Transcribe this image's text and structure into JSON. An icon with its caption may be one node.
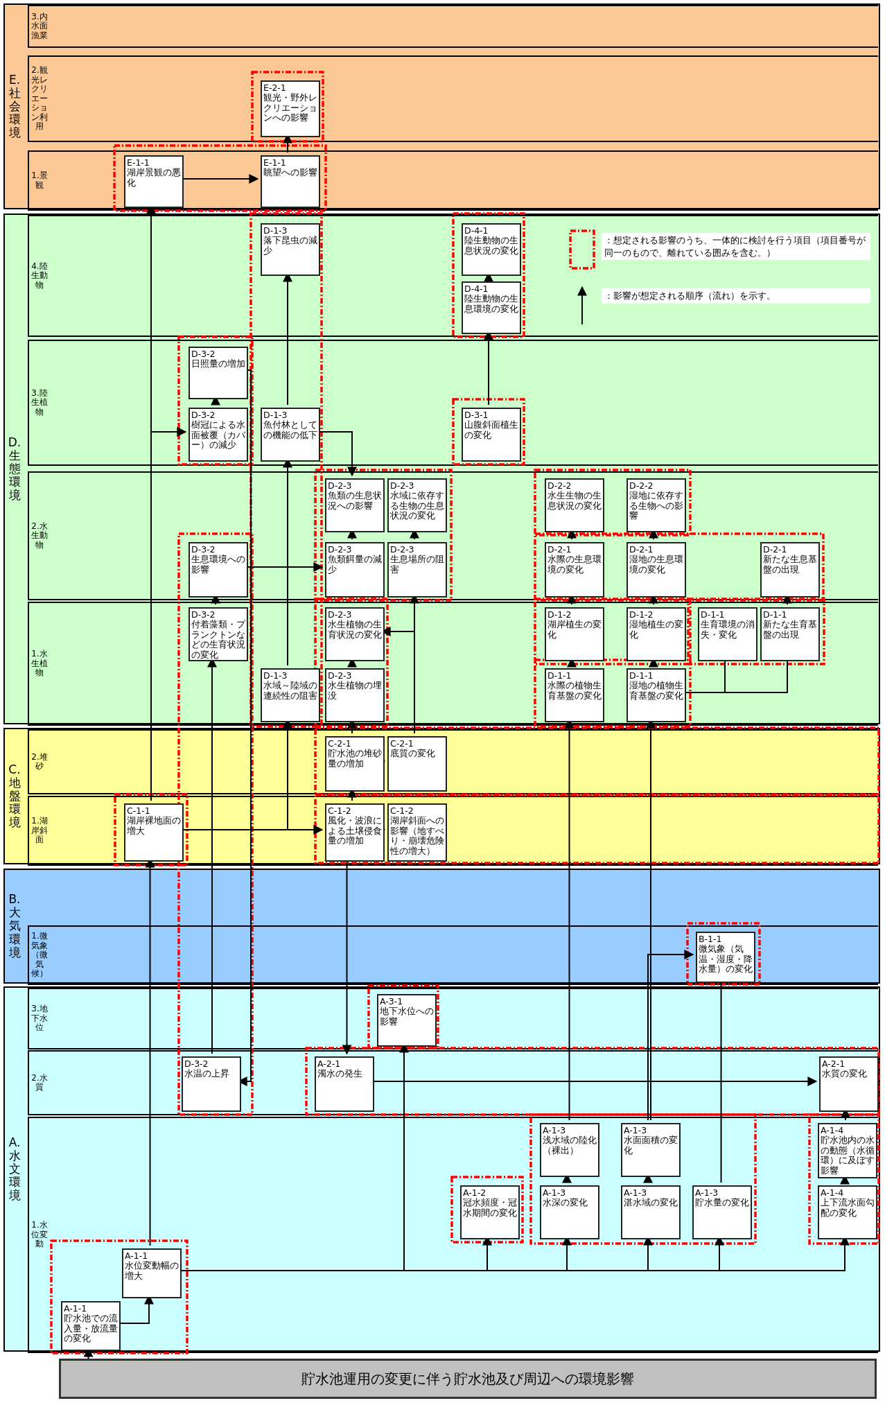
{
  "diagram": {
    "nodes": [
      {
        "text": [
          "E.社会環境"
        ]
      },
      {
        "text": [
          "1.景観"
        ],
        "in": 0
      },
      {
        "text": [
          "2.観光レクリエーション利用"
        ],
        "in": 0
      },
      {
        "text": [
          "3.内水面漁業"
        ],
        "in": 0
      },
      {
        "text": [
          "D.生態環境"
        ]
      },
      {
        "text": [
          "4.陸生動物"
        ],
        "in": 4
      },
      {
        "text": [
          "3.陸生植物"
        ],
        "in": 4
      },
      {
        "text": [
          "2.水生動物"
        ],
        "in": 4
      },
      {
        "text": [
          "1.水生植物"
        ],
        "in": 4
      },
      {
        "text": [
          "C.地盤環境"
        ]
      },
      {
        "text": [
          "2.堆砂"
        ],
        "in": 9
      },
      {
        "text": [
          "1.湖岸斜面"
        ],
        "in": 9
      },
      {
        "text": [
          "B.大気環境"
        ]
      },
      {
        "text": [
          "1.微気象（微気候）"
        ],
        "in": 12
      },
      {
        "text": [
          "A.水文環境"
        ]
      },
      {
        "text": [
          "3.地下水位"
        ],
        "in": 14
      },
      {
        "text": [
          "2.水質"
        ],
        "in": 14
      },
      {
        "text": [
          "1.水位変動"
        ],
        "in": 14
      },
      {
        "text": [
          "E-1-1",
          "湖岸景観の悪化"
        ],
        "in": 1
      },
      {
        "text": [
          "E-1-1",
          "眺望への影響"
        ],
        "in": 1
      },
      {
        "text": [
          "E-2-1",
          "観光・野外レクリエーションへの影響"
        ],
        "in": 2
      },
      {
        "text": [
          "D-1-3",
          "落下昆虫の減少"
        ],
        "in": 5
      },
      {
        "text": [
          "D-4-1",
          "陸生動物の生息状況の変化"
        ],
        "in": 5
      },
      {
        "text": [
          "D-4-1",
          "陸生動物の生息環境の変化"
        ],
        "in": 5
      },
      {
        "text": [
          "D-3-2",
          "日照量の増加"
        ],
        "in": 6
      },
      {
        "text": [
          "D-3-2",
          "樹冠による水面被覆（カバー）の減少"
        ],
        "in": 6
      },
      {
        "text": [
          "D-1-3",
          "魚付林としての機能の低下"
        ],
        "in": 6
      },
      {
        "text": [
          "D-3-1",
          "山腹斜面植生の変化"
        ],
        "in": 6
      },
      {
        "text": [
          "D-2-3",
          "魚類の生息状況への影響"
        ],
        "in": 7
      },
      {
        "text": [
          "D-2-3",
          "水域に依存する生物の生息状況の変化"
        ],
        "in": 7
      },
      {
        "text": [
          "D-2-2",
          "水生生物の生息状況の変化"
        ],
        "in": 7
      },
      {
        "text": [
          "D-2-2",
          "湿地に依存する生物への影響"
        ],
        "in": 7
      },
      {
        "text": [
          "D-3-2",
          "生息環境への影響"
        ],
        "in": 7
      },
      {
        "text": [
          "D-2-3",
          "魚類餌量の減少"
        ],
        "in": 7
      },
      {
        "text": [
          "D-2-3",
          "生息場所の阻害"
        ],
        "in": 7
      },
      {
        "text": [
          "D-2-1",
          "水際の生息環境の変化"
        ],
        "in": 7
      },
      {
        "text": [
          "D-2-1",
          "湿地の生息環境の変化"
        ],
        "in": 7
      },
      {
        "text": [
          "D-2-1",
          "新たな生息基盤の出現"
        ],
        "in": 7
      },
      {
        "text": [
          "D-3-2",
          "付着藻類・プランクトンなどの生育状況の変化"
        ],
        "in": 8
      },
      {
        "text": [
          "D-2-3",
          "水生植物の生育状況の変化"
        ],
        "in": 8
      },
      {
        "text": [
          "D-1-2",
          "湖岸植生の変化"
        ],
        "in": 8
      },
      {
        "text": [
          "D-1-2",
          "湿地植生の変化"
        ],
        "in": 8
      },
      {
        "text": [
          "D-1-1",
          "生育環境の消失・変化"
        ],
        "in": 8
      },
      {
        "text": [
          "D-1-1",
          "新たな生育基盤の出現"
        ],
        "in": 8
      },
      {
        "text": [
          "D-1-3",
          "水域～陸域の連続性の阻害"
        ],
        "in": 8
      },
      {
        "text": [
          "D-2-3",
          "水生植物の埋没"
        ],
        "in": 8
      },
      {
        "text": [
          "D-1-1",
          "水際の植物生育基盤の変化"
        ],
        "in": 8
      },
      {
        "text": [
          "D-1-1",
          "湿地の植物生育基盤の変化"
        ],
        "in": 8
      },
      {
        "text": [
          "C-2-1",
          "貯水池の堆砂量の増加"
        ],
        "in": 10
      },
      {
        "text": [
          "C-2-1",
          "底質の変化"
        ],
        "in": 10
      },
      {
        "text": [
          "C-1-1",
          "湖岸裸地面の増大"
        ],
        "in": 11
      },
      {
        "text": [
          "C-1-2",
          "風化・波浪による土壌侵食量の増加"
        ],
        "in": 11
      },
      {
        "text": [
          "C-1-2",
          "湖岸斜面への影響（地すべり・崩壊危険性の増大）"
        ],
        "in": 11
      },
      {
        "text": [
          "B-1-1",
          "微気象（気温・湿度・降水量）の変化"
        ],
        "in": 13
      },
      {
        "text": [
          "A-3-1",
          "地下水位への影響"
        ],
        "in": 15
      },
      {
        "text": [
          "D-3-2",
          "水温の上昇"
        ],
        "in": 16
      },
      {
        "text": [
          "A-2-1",
          "濁水の発生"
        ],
        "in": 16
      },
      {
        "text": [
          "A-2-1",
          "水質の変化"
        ],
        "in": 16
      },
      {
        "text": [
          "A-1-4",
          "貯水池内の水の動態（水循環）に及ぼす影響"
        ],
        "in": 17
      },
      {
        "text": [
          "A-1-3",
          "浅水域の陸化（裸出）"
        ],
        "in": 17
      },
      {
        "text": [
          "A-1-3",
          "水面面積の変化"
        ],
        "in": 17
      },
      {
        "text": [
          "A-1-2",
          "冠水頻度・冠水期間の変化"
        ],
        "in": 17
      },
      {
        "text": [
          "A-1-3",
          "水深の変化"
        ],
        "in": 17
      },
      {
        "text": [
          "A-1-3",
          "湛水域の変化"
        ],
        "in": 17
      },
      {
        "text": [
          "A-1-3",
          "貯水量の変化"
        ],
        "in": 17
      },
      {
        "text": [
          "A-1-4",
          "上下流水面勾配の変化"
        ],
        "in": 17
      },
      {
        "text": [
          "A-1-1",
          "水位変動幅の増大"
        ],
        "in": 17
      },
      {
        "text": [
          "A-1-1",
          "貯水池での流入量・放流量の変化"
        ],
        "in": 17
      },
      {
        "text": [
          "貯水池運用の変更に伴う貯水池及び周辺への環境影響"
        ]
      }
    ],
    "edges": [
      {
        "from": 68,
        "to": 67,
        "arrow": "to"
      },
      {
        "from": 67,
        "to": 66,
        "arrow": "to"
      },
      {
        "from": 66,
        "to": 61,
        "arrow": "to"
      },
      {
        "from": 66,
        "to": 62,
        "arrow": "to"
      },
      {
        "from": 66,
        "to": 63,
        "arrow": "to"
      },
      {
        "from": 66,
        "to": 64,
        "arrow": "to"
      },
      {
        "from": 66,
        "to": 65,
        "arrow": "to"
      },
      {
        "from": 66,
        "to": 50,
        "arrow": "to"
      },
      {
        "from": 66,
        "to": 54,
        "arrow": "to"
      },
      {
        "from": 50,
        "to": 18,
        "arrow": "to"
      },
      {
        "from": 50,
        "to": 25,
        "arrow": "to"
      },
      {
        "from": 50,
        "to": 51,
        "arrow": "to"
      },
      {
        "from": 50,
        "to": 44,
        "arrow": "to"
      },
      {
        "from": 44,
        "to": 26,
        "arrow": "to"
      },
      {
        "from": 26,
        "to": 21,
        "arrow": "to"
      },
      {
        "from": 26,
        "to": 28,
        "arrow": "to"
      },
      {
        "from": 51,
        "to": 52,
        "arrow": "to"
      },
      {
        "from": 51,
        "to": 48,
        "arrow": "to"
      },
      {
        "from": 51,
        "to": 56,
        "arrow": "to"
      },
      {
        "from": 48,
        "to": 49,
        "arrow": "to"
      },
      {
        "from": 48,
        "to": 45,
        "arrow": "to"
      },
      {
        "from": 45,
        "to": 39,
        "arrow": "to"
      },
      {
        "from": 49,
        "to": 34,
        "arrow": "to"
      },
      {
        "from": 49,
        "to": 39,
        "arrow": "to"
      },
      {
        "from": 33,
        "to": 28,
        "arrow": "to"
      },
      {
        "from": 34,
        "to": 29,
        "arrow": "to"
      },
      {
        "from": 25,
        "to": 24,
        "arrow": "to"
      },
      {
        "from": 24,
        "to": 55,
        "arrow": "to"
      },
      {
        "from": 55,
        "to": 38,
        "arrow": "to"
      },
      {
        "from": 38,
        "to": 32,
        "arrow": "to"
      },
      {
        "from": 32,
        "to": 33,
        "arrow": "to"
      },
      {
        "from": 56,
        "to": 57,
        "arrow": "to"
      },
      {
        "from": 62,
        "to": 59,
        "arrow": "to"
      },
      {
        "from": 63,
        "to": 60,
        "arrow": "to"
      },
      {
        "from": 60,
        "to": 53,
        "arrow": "to"
      },
      {
        "from": 64,
        "to": 53,
        "arrow": "none"
      },
      {
        "from": 65,
        "to": 58,
        "arrow": "to"
      },
      {
        "from": 58,
        "to": 57,
        "arrow": "to"
      },
      {
        "from": 59,
        "to": 46,
        "arrow": "to"
      },
      {
        "from": 60,
        "to": 47,
        "arrow": "to"
      },
      {
        "from": 46,
        "to": 40,
        "arrow": "to"
      },
      {
        "from": 40,
        "to": 35,
        "arrow": "to"
      },
      {
        "from": 35,
        "to": 30,
        "arrow": "to"
      },
      {
        "from": 47,
        "to": 41,
        "arrow": "to"
      },
      {
        "from": 41,
        "to": 36,
        "arrow": "to"
      },
      {
        "from": 36,
        "to": 31,
        "arrow": "to"
      },
      {
        "from": 47,
        "to": 42,
        "arrow": "none"
      },
      {
        "from": 47,
        "to": 43,
        "arrow": "none"
      },
      {
        "from": 43,
        "to": 37,
        "arrow": "to"
      },
      {
        "from": 27,
        "to": 23,
        "arrow": "to"
      },
      {
        "from": 23,
        "to": 22,
        "arrow": "to"
      },
      {
        "from": 18,
        "to": 19,
        "arrow": "to"
      },
      {
        "from": 19,
        "to": 20,
        "arrow": "to"
      }
    ],
    "legend": [
      {
        "text": "：想定される影響のうち、一体的に検討を行う項目（項目番号が同一のもので、離れている囲みを含む。）"
      },
      {
        "text": "：影響が想定される順序（流れ）を示す。"
      }
    ]
  }
}
